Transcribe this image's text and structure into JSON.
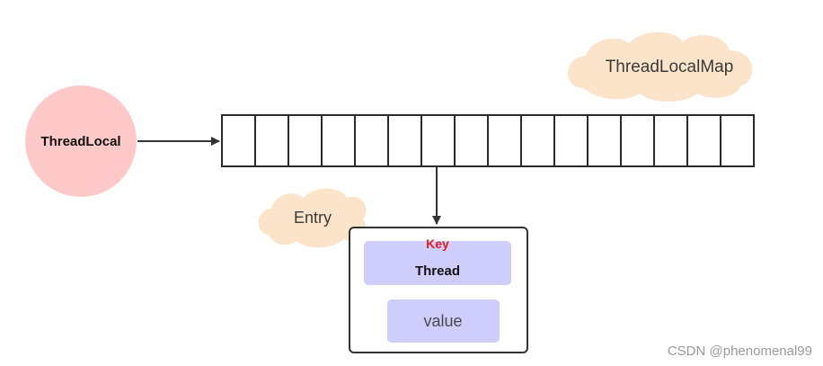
{
  "thread_local": {
    "label": "ThreadLocal",
    "fill": "#ffc9c9"
  },
  "thread_local_map": {
    "label": "ThreadLocalMap",
    "slot_count": 16,
    "cloud_fill": "#fbe4c9"
  },
  "entry": {
    "label": "Entry",
    "key_label": "Key",
    "key_color": "#e01f1f",
    "thread_label": "Thread",
    "value_label": "value",
    "box_fill": "#cfcdfc"
  },
  "watermark": "CSDN @phenomenal99"
}
